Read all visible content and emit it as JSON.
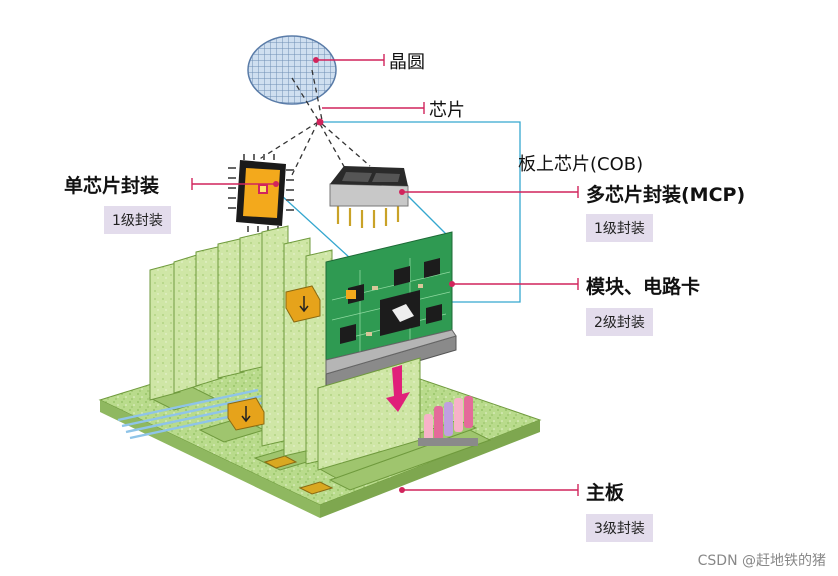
{
  "labels": {
    "wafer": "晶圆",
    "chip": "芯片",
    "cob": "板上芯片(COB)",
    "single_chip_package": "单芯片封装",
    "mcp": "多芯片封装(MCP)",
    "module": "模块、电路卡",
    "mainboard": "主板"
  },
  "badges": {
    "single": "1级封装",
    "mcp": "1级封装",
    "module": "2级封装",
    "mainboard": "3级封装"
  },
  "watermark": "CSDN @赶地铁的猪",
  "colors": {
    "leader": "#d1245c",
    "cyan_line": "#35a7cf",
    "board_green": "#b6d98a",
    "pcb_green": "#2f9a52",
    "arrow": "#e0207a",
    "badge_bg": "#e3dcec"
  }
}
